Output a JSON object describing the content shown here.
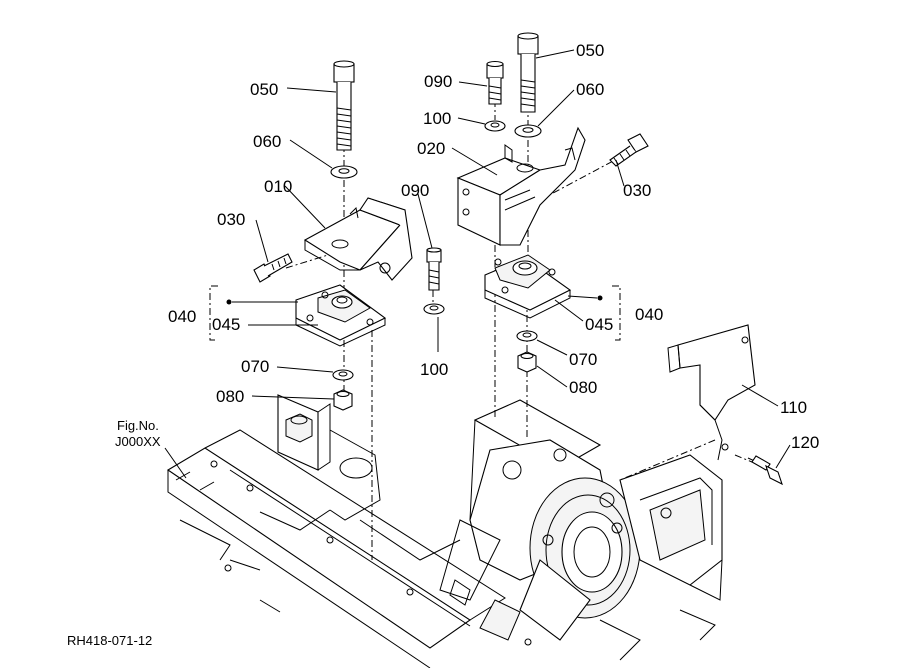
{
  "callouts": {
    "l050a": "050",
    "l060a": "060",
    "l010": "010",
    "l030a": "030",
    "l040a": "040",
    "l045a": "045",
    "l070a": "070",
    "l080a": "080",
    "l090a": "090",
    "l100a": "100",
    "l090b": "090",
    "l050b": "050",
    "l060b": "060",
    "l100b": "100",
    "l020": "020",
    "l030b": "030",
    "l040b": "040",
    "l045b": "045",
    "l070b": "070",
    "l080b": "080",
    "l110": "110",
    "l120": "120"
  },
  "figref": {
    "line1": "Fig.No.",
    "line2": "J000XX"
  },
  "drawing_code": "RH418-071-12"
}
